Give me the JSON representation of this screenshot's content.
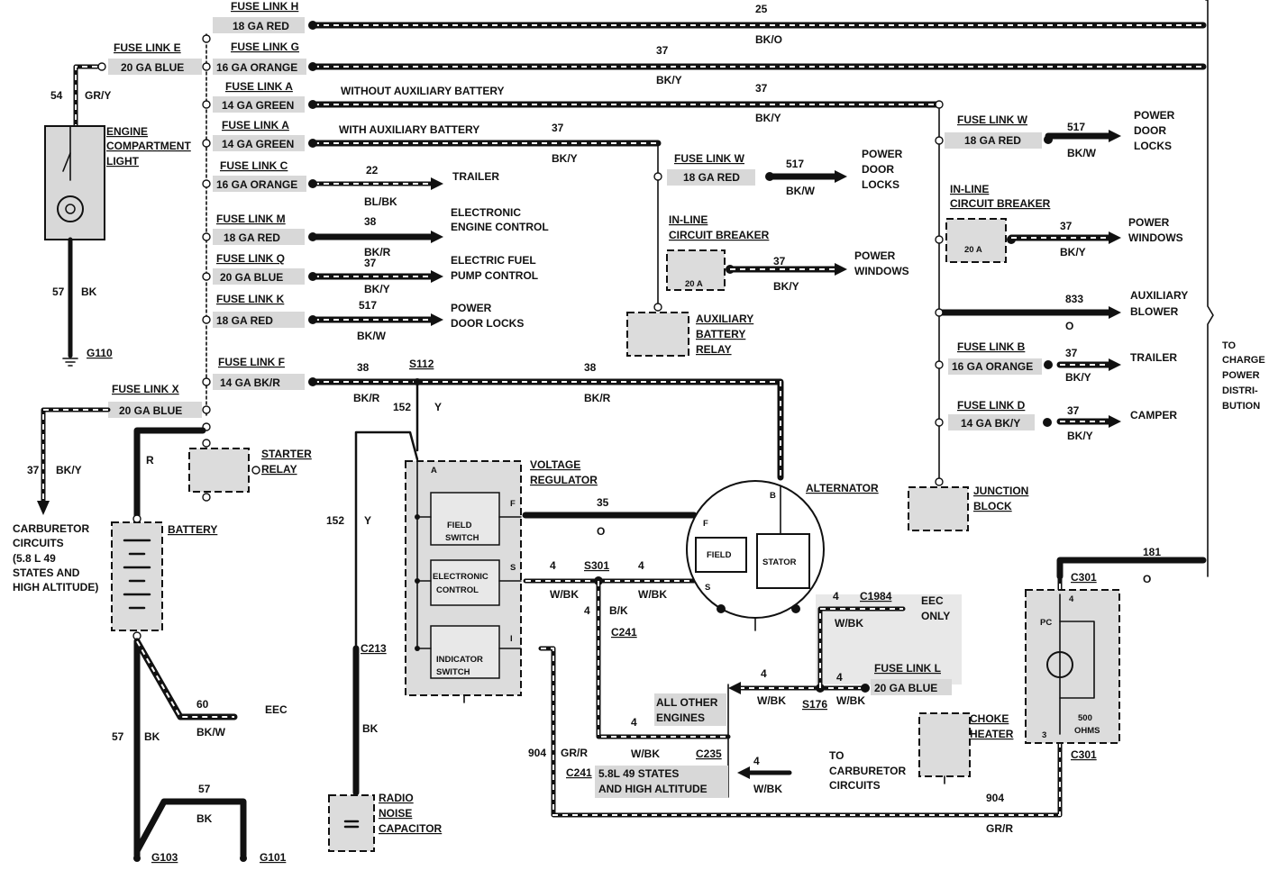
{
  "left": {
    "wire54": "54",
    "wire54_color": "GR/Y",
    "engine_light": [
      "ENGINE",
      "COMPARTMENT",
      "LIGHT"
    ],
    "wire57": "57",
    "wire57_color": "BK",
    "g110": "G110",
    "wire37": "37",
    "wire37_color": "BK/Y",
    "carb": [
      "CARBURETOR",
      "CIRCUITS",
      "(5.8 L 49",
      "STATES AND",
      "HIGH ALTITUDE)"
    ],
    "wire_r": "R",
    "battery": "BATTERY",
    "starter": [
      "STARTER",
      "RELAY"
    ],
    "wire60": "60",
    "wire60_color": "BK/W",
    "eec": "EEC",
    "wire57b": "57",
    "wire57b_color": "BK",
    "wire57c": "57",
    "wire57c_color": "BK",
    "g103": "G103",
    "g101": "G101"
  },
  "fuses": {
    "h": {
      "title": "FUSE LINK H",
      "gauge": "18 GA RED"
    },
    "e": {
      "title": "FUSE LINK E",
      "gauge": "20 GA BLUE"
    },
    "g": {
      "title": "FUSE LINK G",
      "gauge": "16 GA ORANGE"
    },
    "a1": {
      "title": "FUSE LINK A",
      "gauge": "14 GA GREEN"
    },
    "a2": {
      "title": "FUSE LINK A",
      "gauge": "14 GA GREEN"
    },
    "c": {
      "title": "FUSE LINK C",
      "gauge": "16 GA ORANGE"
    },
    "m": {
      "title": "FUSE LINK M",
      "gauge": "18 GA RED"
    },
    "q": {
      "title": "FUSE LINK Q",
      "gauge": "20 GA BLUE"
    },
    "k": {
      "title": "FUSE LINK K",
      "gauge": "18 GA RED"
    },
    "f": {
      "title": "FUSE LINK F",
      "gauge": "14 GA BK/R"
    },
    "x": {
      "title": "FUSE LINK X",
      "gauge": "20 GA BLUE"
    }
  },
  "wires": {
    "w25": "25",
    "w25c": "BK/O",
    "w37g": "37",
    "w37gc": "BK/Y",
    "without_aux": "WITHOUT AUXILIARY BATTERY",
    "w37a": "37",
    "w37ac": "BK/Y",
    "with_aux": "WITH AUXILIARY BATTERY",
    "w37b": "37",
    "w37bc": "BK/Y",
    "w22": "22",
    "w22c": "BL/BK",
    "trailer": "TRAILER",
    "w38": "38",
    "w38c": "BK/R",
    "eec_ctrl": [
      "ELECTRONIC",
      "ENGINE CONTROL"
    ],
    "w37q": "37",
    "w37qc": "BK/Y",
    "fuel": [
      "ELECTRIC FUEL",
      "PUMP CONTROL"
    ],
    "w517": "517",
    "w517c": "BK/W",
    "door": [
      "POWER",
      "DOOR LOCKS"
    ],
    "w38f": "38",
    "w38fc": "BK/R",
    "s112": "S112",
    "w38f2": "38",
    "w38f2c": "BK/R",
    "w152": "152",
    "w152c": "Y"
  },
  "middle": {
    "fl_w": "FUSE LINK W",
    "fl_w_gauge": "18 GA RED",
    "w517": "517",
    "w517c": "BK/W",
    "door": [
      "POWER",
      "DOOR",
      "LOCKS"
    ],
    "icb": [
      "IN-LINE",
      "CIRCUIT BREAKER"
    ],
    "cb_rating": "20 A",
    "w37": "37",
    "w37c": "BK/Y",
    "windows": [
      "POWER",
      "WINDOWS"
    ],
    "aux_relay": [
      "AUXILIARY",
      "BATTERY",
      "RELAY"
    ]
  },
  "right": {
    "fl_w": "FUSE LINK W",
    "fl_w_gauge": "18 GA RED",
    "w517": "517",
    "w517c": "BK/W",
    "door": [
      "POWER",
      "DOOR",
      "LOCKS"
    ],
    "icb": [
      "IN-LINE",
      "CIRCUIT BREAKER"
    ],
    "cb_rating": "20 A",
    "w37": "37",
    "w37c": "BK/Y",
    "windows": [
      "POWER",
      "WINDOWS"
    ],
    "w833": "833",
    "w833c": "O",
    "blower": [
      "AUXILIARY",
      "BLOWER"
    ],
    "fl_b": "FUSE LINK B",
    "fl_b_gauge": "16 GA ORANGE",
    "w37b": "37",
    "w37bc": "BK/Y",
    "trailer": "TRAILER",
    "fl_d": "FUSE LINK D",
    "fl_d_gauge": "14 GA BK/Y",
    "w37d": "37",
    "w37dc": "BK/Y",
    "camper": "CAMPER",
    "junction": [
      "JUNCTION",
      "BLOCK"
    ],
    "to_charge": [
      "TO",
      "CHARGE",
      "POWER",
      "DISTRI-",
      "BUTION"
    ]
  },
  "regulator": {
    "title": [
      "VOLTAGE",
      "REGULATOR"
    ],
    "field_switch": [
      "FIELD",
      "SWITCH"
    ],
    "electronic": [
      "ELECTRONIC",
      "CONTROL"
    ],
    "indicator": [
      "INDICATOR",
      "SWITCH"
    ],
    "pin_a": "A",
    "pin_f": "F",
    "pin_s": "S",
    "pin_i": "I",
    "w35": "35",
    "w35c": "O",
    "w4a": "4",
    "s301": "S301",
    "w4b": "4",
    "w4ac": "W/BK",
    "w4bc": "W/BK",
    "w4c": "4",
    "w4cc": "B/K",
    "c241": "C241",
    "w152": "152",
    "w152c": "Y",
    "c213": "C213",
    "wbk": "BK",
    "radio": [
      "RADIO",
      "NOISE",
      "CAPACITOR"
    ]
  },
  "alternator": {
    "title": "ALTERNATOR",
    "field": "FIELD",
    "stator": "STATOR",
    "pin_b": "B",
    "pin_f": "F",
    "pin_s": "S"
  },
  "lower": {
    "all_other": [
      "ALL OTHER",
      "ENGINES"
    ],
    "w4": "4",
    "w4c": "W/BK",
    "c235": "C235",
    "w904": "904",
    "w904c": "GR/R",
    "c241": "C241",
    "note": [
      "5.8L  49 STATES",
      "AND HIGH ALTITUDE"
    ],
    "w4d": "4",
    "w4dc": "W/BK",
    "w4e": "4",
    "w4ec": "W/BK",
    "s176": "S176",
    "w4f": "4",
    "w4fc": "W/BK",
    "fl_l": "FUSE LINK L",
    "fl_l_gauge": "20 GA BLUE",
    "w4g": "4",
    "c1984": "C1984",
    "w4gc": "W/BK",
    "eec_only": [
      "EEC",
      "ONLY"
    ],
    "to_carb": [
      "TO",
      "CARBURETOR",
      "CIRCUITS"
    ],
    "choke": [
      "CHOKE",
      "HEATER"
    ],
    "w181": "181",
    "w181c": "O",
    "c301a": "C301",
    "c301b": "C301",
    "pc": "PC",
    "w4h": "4",
    "w3": "3",
    "ohms": [
      "500",
      "OHMS"
    ],
    "w904b": "904",
    "w904bc": "GR/R"
  }
}
